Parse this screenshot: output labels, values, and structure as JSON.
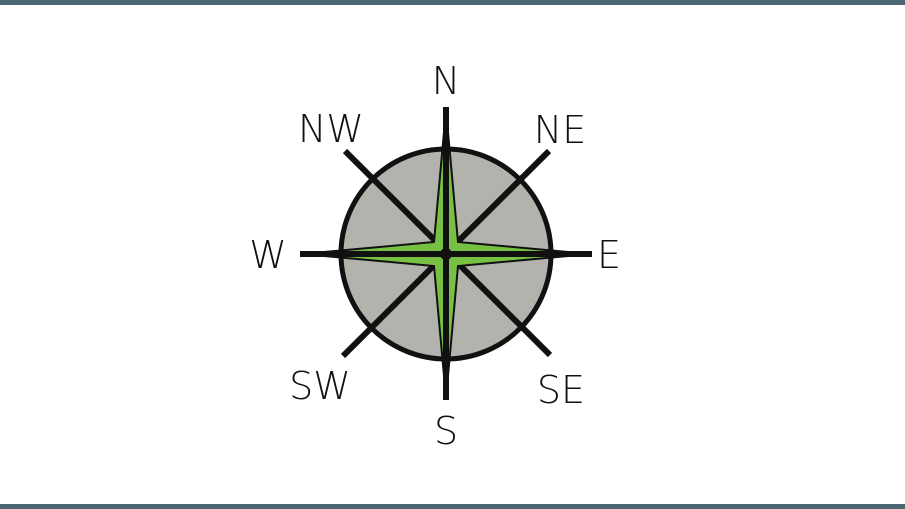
{
  "diagram": {
    "type": "compass-rose",
    "colors": {
      "frame_bar": "#4a6670",
      "circle_fill": "#b3b3ae",
      "star_fill": "#77c043",
      "stroke": "#111111",
      "background": "#ffffff"
    },
    "labels": {
      "n": "N",
      "ne": "NE",
      "e": "E",
      "se": "SE",
      "s": "S",
      "sw": "SW",
      "w": "W",
      "nw": "NW"
    }
  }
}
